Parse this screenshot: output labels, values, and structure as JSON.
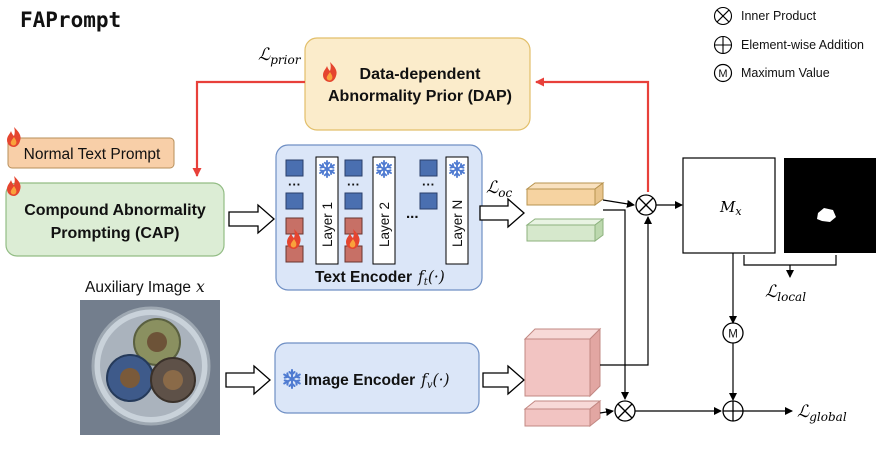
{
  "title": "FAPrompt",
  "legend": {
    "inner_product": "Inner Product",
    "element_wise_addition": "Element-wise Addition",
    "maximum_value": "Maximum Value",
    "maximum_symbol": "M"
  },
  "modules": {
    "dap_line1": "Data-dependent",
    "dap_line2": "Abnormality Prior (DAP)",
    "normal_text_prompt": "Normal Text Prompt",
    "cap_line1": "Compound Abnormality",
    "cap_line2": "Prompting (CAP)",
    "text_encoder": "Text Encoder",
    "text_encoder_fn": "f_t(·)",
    "image_encoder": "Image Encoder",
    "image_encoder_fn": "f_v(·)",
    "auxiliary_image": "Auxiliary Image",
    "auxiliary_image_var": "x"
  },
  "layers": [
    "Layer 1",
    "Layer 2",
    "Layer N"
  ],
  "ellipsis": "...",
  "losses": {
    "prior": "L_prior",
    "oc": "L_oc",
    "local": "L_local",
    "global": "L_global"
  },
  "anomaly_map_label": "M_x",
  "colors": {
    "dap_fill": "#fbeccb",
    "dap_stroke": "#e2bf6a",
    "cap_fill": "#dcedd5",
    "cap_stroke": "#93bd85",
    "normal_fill": "#f8cfa8",
    "encoder_fill": "#dbe6f8",
    "encoder_stroke": "#6f8fc4",
    "red_arrow": "#e8403a",
    "text_feat": "#f6d3a1",
    "text_feat2": "#d6e8cc",
    "image_feat": "#f2c4c2",
    "blue_token": "#4a6fb0",
    "red_token": "#c77066",
    "snowflake": "#4f7bd1"
  }
}
